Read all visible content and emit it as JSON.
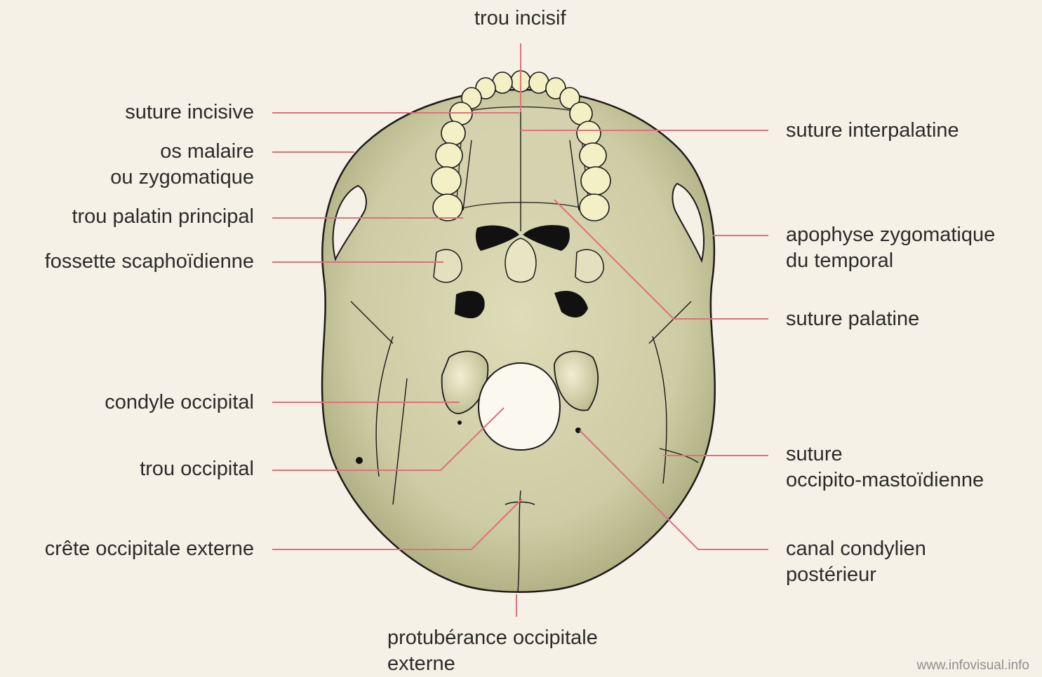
{
  "labels": {
    "trou_incisif": "trou incisif",
    "suture_incisive": "suture incisive",
    "os_malaire_1": "os malaire",
    "os_malaire_2": "ou zygomatique",
    "trou_palatin": "trou palatin principal",
    "fossette": "fossette scaphoïdienne",
    "condyle": "condyle occipital",
    "trou_occipital": "trou occipital",
    "crete": "crête occipitale externe",
    "protuberance_1": "protubérance occipitale",
    "protuberance_2": "externe",
    "suture_interpalatine": "suture interpalatine",
    "apophyse_1": "apophyse zygomatique",
    "apophyse_2": "du temporal",
    "suture_palatine": "suture palatine",
    "suture_om_1": "suture",
    "suture_om_2": "occipito-mastoïdienne",
    "canal_1": "canal condylien",
    "canal_2": "postérieur"
  },
  "watermark": "www.infovisual.info",
  "colors": {
    "background": "#f6f1e6",
    "skull": "#cdcca4",
    "skull_dark": "#a9a97c",
    "teeth": "#f3f0c6",
    "leader_line": "#e0707a",
    "outline": "#1a1a1a"
  }
}
